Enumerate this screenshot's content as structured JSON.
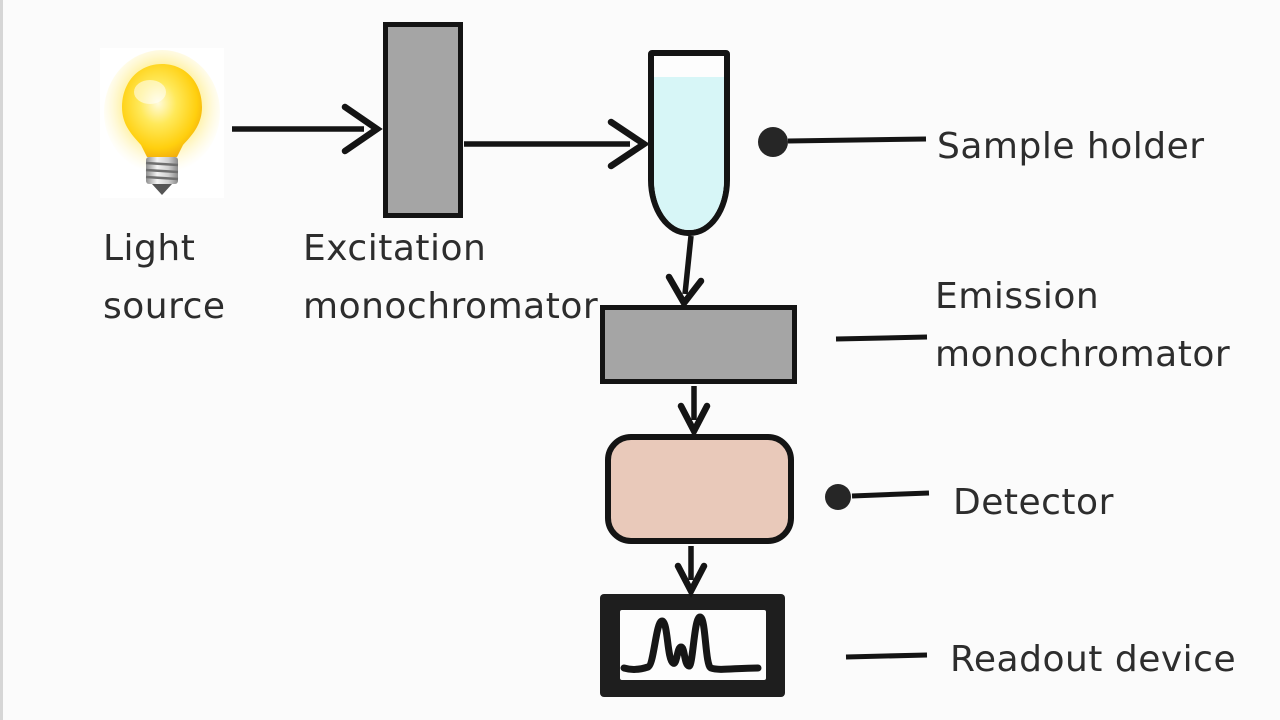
{
  "labels": {
    "light_source": {
      "line1": "Light",
      "line2": "source"
    },
    "excitation_monochromator": {
      "line1": "Excitation",
      "line2": "monochromator"
    },
    "sample_holder": {
      "text": "Sample holder"
    },
    "emission_monochromator": {
      "line1": "Emission",
      "line2": "monochromator"
    },
    "detector": {
      "text": "Detector"
    },
    "readout_device": {
      "text": "Readout device"
    }
  },
  "colors": {
    "background": "#fbfbfb",
    "monochromator_fill": "#a5a5a5",
    "sample_liquid": "#d7f6f7",
    "detector_fill": "#e9c9ba",
    "readout_frame": "#1e1e1e",
    "stroke": "#141414",
    "text": "#2d2d2d",
    "bulb_yellow": "#ffd41e"
  }
}
